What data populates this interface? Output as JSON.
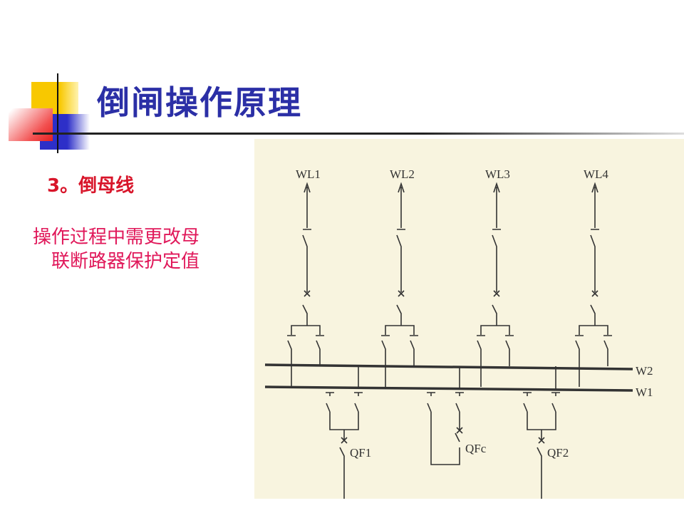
{
  "title": "倒闸操作原理",
  "section": "3。倒母线",
  "note": [
    "操作过程中需更改母",
    "联断路器保护定值"
  ],
  "diagram": {
    "feeders": [
      "WL1",
      "WL2",
      "WL3",
      "WL4"
    ],
    "buses": [
      "W2",
      "W1"
    ],
    "breakers": [
      "QF1",
      "QFc",
      "QF2"
    ]
  },
  "colors": {
    "title": "#2b2fa6",
    "section": "#d8152a",
    "note": "#e0185a",
    "paper": "#f8f4df"
  }
}
